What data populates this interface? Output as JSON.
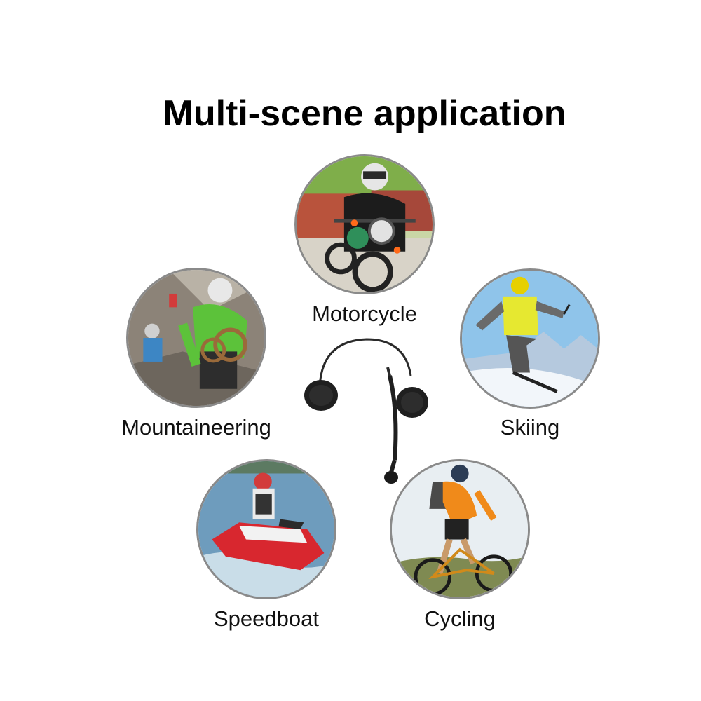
{
  "title": "Multi-scene application",
  "scenes": [
    {
      "id": "motorcycle",
      "label": "Motorcycle"
    },
    {
      "id": "mountaineering",
      "label": "Mountaineering"
    },
    {
      "id": "skiing",
      "label": "Skiing"
    },
    {
      "id": "speedboat",
      "label": "Speedboat"
    },
    {
      "id": "cycling",
      "label": "Cycling"
    }
  ],
  "colors": {
    "circle_border": "#8a8a8a",
    "text": "#111111",
    "background": "#ffffff"
  },
  "icons": {
    "center": "headset-with-boom-mic-icon"
  }
}
